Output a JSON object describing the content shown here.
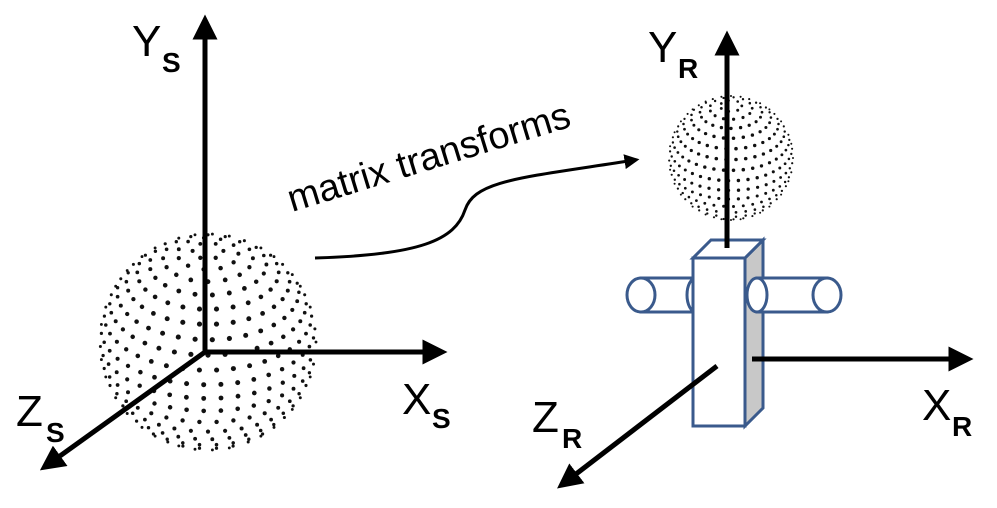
{
  "left_frame": {
    "y_axis": {
      "letter": "Y",
      "subscript": "S"
    },
    "x_axis": {
      "letter": "X",
      "subscript": "S"
    },
    "z_axis": {
      "letter": "Z",
      "subscript": "S"
    }
  },
  "right_frame": {
    "y_axis": {
      "letter": "Y",
      "subscript": "R"
    },
    "x_axis": {
      "letter": "X",
      "subscript": "R"
    },
    "z_axis": {
      "letter": "Z",
      "subscript": "R"
    }
  },
  "transform": {
    "label": "matrix transforms"
  },
  "colors": {
    "axis": "#000000",
    "robot_outline": "#3a5a8c",
    "robot_side": "#c8c8c8",
    "dot": "#111111"
  }
}
